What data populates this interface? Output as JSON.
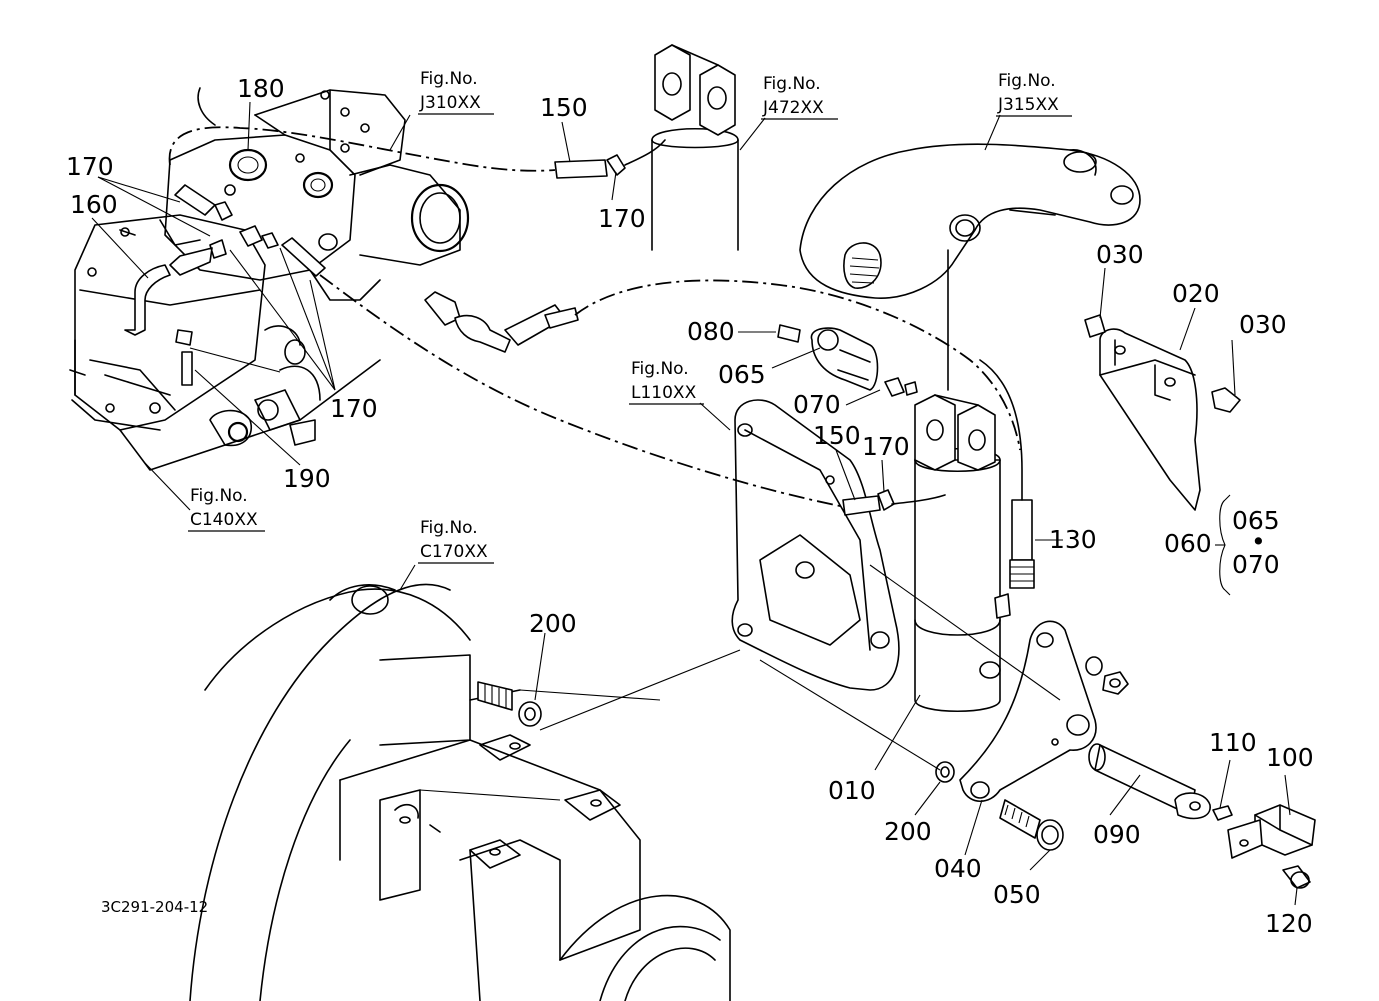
{
  "diagram": {
    "doc_id": "3C291-204-12",
    "fig_refs": [
      {
        "id": "fig-j310",
        "line1": "Fig.No.",
        "line2": "J310XX"
      },
      {
        "id": "fig-j472",
        "line1": "Fig.No.",
        "line2": "J472XX"
      },
      {
        "id": "fig-j315",
        "line1": "Fig.No.",
        "line2": "J315XX"
      },
      {
        "id": "fig-l110",
        "line1": "Fig.No.",
        "line2": "L110XX"
      },
      {
        "id": "fig-c140",
        "line1": "Fig.No.",
        "line2": "C140XX"
      },
      {
        "id": "fig-c170",
        "line1": "Fig.No.",
        "line2": "C170XX"
      }
    ],
    "callouts": {
      "c180": "180",
      "c150a": "150",
      "c170a": "170",
      "c170b": "170",
      "c160": "160",
      "c170c": "170",
      "c190": "190",
      "c080": "080",
      "c065": "065",
      "c070": "070",
      "c150b": "150",
      "c170d": "170",
      "c030a": "030",
      "c020": "020",
      "c030b": "030",
      "c130": "130",
      "c060": "060",
      "c065b": "065",
      "c070b": "070",
      "c200a": "200",
      "c010": "010",
      "c200b": "200",
      "c040": "040",
      "c050": "050",
      "c090": "090",
      "c110": "110",
      "c100": "100",
      "c120": "120"
    }
  }
}
